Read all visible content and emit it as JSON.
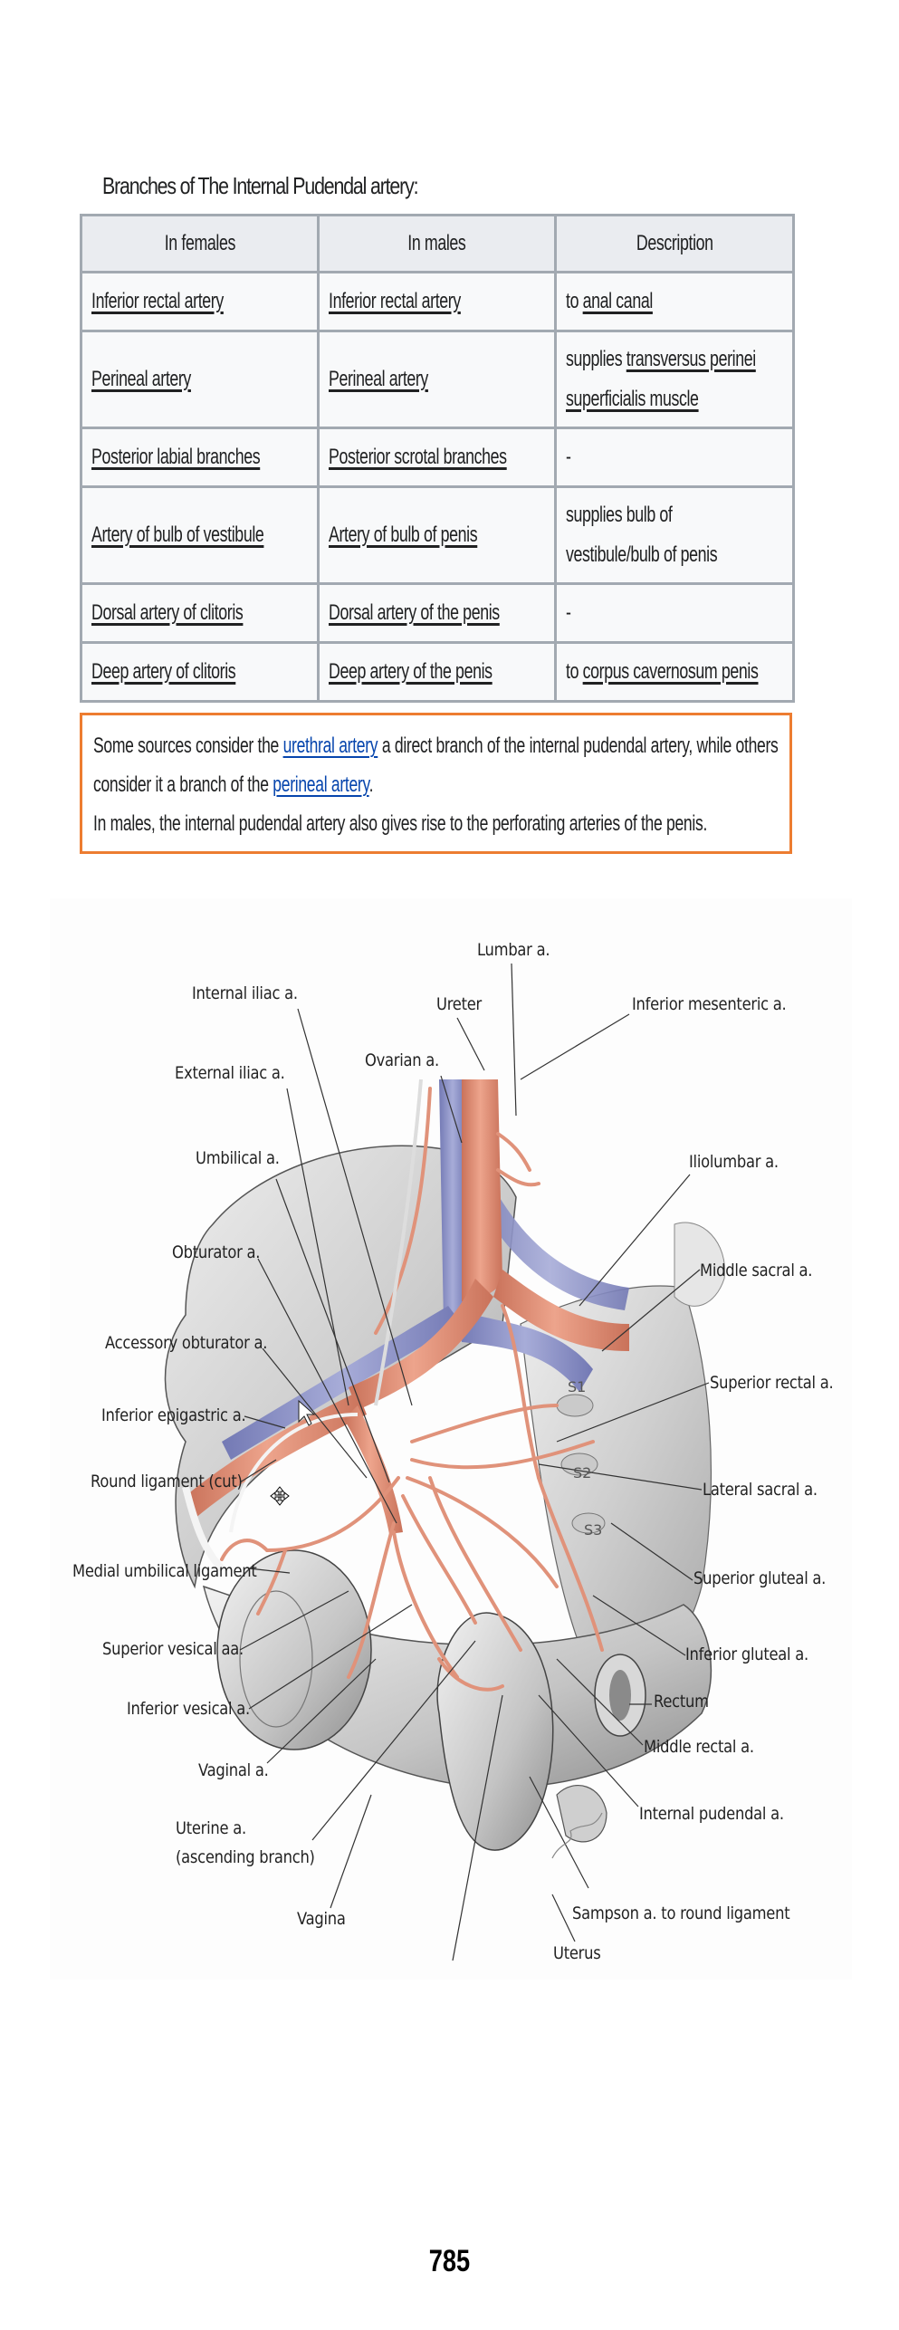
{
  "document": {
    "title": "Branches of The Internal Pudendal artery:",
    "page_number": "785"
  },
  "table": {
    "headers": [
      "In females",
      "In males",
      "Description"
    ],
    "rows": [
      {
        "female": "Inferior rectal artery",
        "male": "Inferior rectal artery",
        "description": {
          "prefix": "to ",
          "link": "anal canal",
          "suffix": ""
        }
      },
      {
        "female": "Perineal artery",
        "male": "Perineal artery",
        "description": {
          "prefix": "supplies ",
          "link": "transversus perinei superficialis muscle",
          "suffix": ""
        }
      },
      {
        "female": "Posterior labial branches",
        "male": "Posterior scrotal branches",
        "description": {
          "prefix": "-",
          "link": "",
          "suffix": ""
        }
      },
      {
        "female": "Artery of bulb of vestibule",
        "male": "Artery of bulb of penis",
        "description": {
          "prefix": "supplies bulb of vestibule/bulb of penis",
          "link": "",
          "suffix": ""
        }
      },
      {
        "female": "Dorsal artery of clitoris",
        "male": "Dorsal artery of the penis",
        "description": {
          "prefix": "-",
          "link": "",
          "suffix": ""
        }
      },
      {
        "female": "Deep artery of clitoris",
        "male": "Deep artery of the penis",
        "description": {
          "prefix": "to ",
          "link": "corpus cavernosum penis",
          "suffix": ""
        }
      }
    ]
  },
  "notice": {
    "line1_prefix": "Some sources consider the ",
    "link1": "urethral artery",
    "line1_suffix": " a direct branch of the internal pudendal artery, while others consider it a branch of the ",
    "link2": "perineal artery",
    "line2_suffix": ".",
    "line3": "In males, the internal pudendal artery also gives rise to the perforating arteries of the penis.",
    "border_color": "#ed7d31",
    "link_color": "#0645ad"
  },
  "figure": {
    "description": "Arteries of the female pelvis",
    "labels": {
      "lumbar": "Lumbar a.",
      "internal_iliac": "Internal iliac a.",
      "ureter": "Ureter",
      "inferior_mesenteric": "Inferior mesenteric a.",
      "ovarian": "Ovarian a.",
      "external_iliac": "External iliac a.",
      "iliolumbar": "Iliolumbar a.",
      "umbilical": "Umbilical a.",
      "obturator": "Obturator a.",
      "middle_sacral": "Middle sacral a.",
      "accessory_obturator": "Accessory obturator a.",
      "superior_rectal": "Superior rectal a.",
      "inferior_epigastric": "Inferior epigastric a.",
      "round_ligament": "Round ligament (cut)",
      "lateral_sacral": "Lateral sacral a.",
      "medial_umbilical_ligament": "Medial umbilical ligament",
      "superior_gluteal": "Superior gluteal a.",
      "superior_vesical": "Superior vesical aa.",
      "inferior_gluteal": "Inferior gluteal a.",
      "rectum": "Rectum",
      "inferior_vesical": "Inferior vesical a.",
      "middle_rectal": "Middle rectal a.",
      "vaginal": "Vaginal a.",
      "internal_pudendal": "Internal pudendal a.",
      "uterine_line1": "Uterine a.",
      "uterine_line2": "(ascending branch)",
      "sampson": "Sampson a. to round ligament",
      "vagina": "Vagina",
      "uterus": "Uterus",
      "s1": "S1",
      "s2": "S2",
      "s3": "S3"
    },
    "colors": {
      "artery": "#e0927a",
      "vein": "#9096c8",
      "bone": "#d6d6d6"
    }
  }
}
